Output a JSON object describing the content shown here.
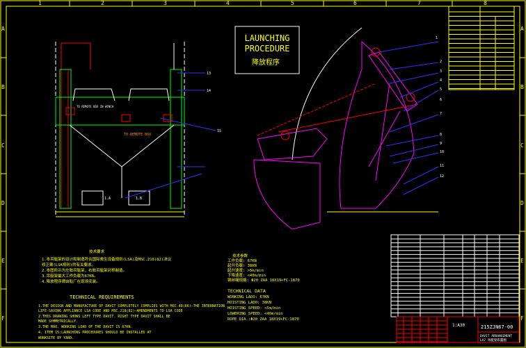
{
  "frame": {
    "columns": [
      "1",
      "2",
      "3",
      "4",
      "5",
      "6",
      "7",
      "8"
    ],
    "rows": [
      "A",
      "B",
      "C",
      "D",
      "E",
      "F"
    ]
  },
  "title_box": {
    "line1": "LAUNCHING",
    "line2": "PROCEDURE",
    "cn": "降放程序"
  },
  "balloons": [
    "1",
    "2",
    "3",
    "4",
    "5",
    "6",
    "7",
    "8",
    "9",
    "10",
    "11",
    "12",
    "13",
    "14",
    "15"
  ],
  "views": {
    "left_note": "TO REMOTE BOX IN WINCH",
    "mid_note": "TO REMOTE BOX",
    "load_left": "1.A",
    "load_mid": "1.B"
  },
  "cn_requirements": {
    "heading": "技术要求",
    "items": [
      "1.本吊艇架的设计和制造符合国际救生设备规则(LSA)及MSC.218(82)决议",
      "  修正案(LSA规则)的有关要求。",
      "2.本图所示为左舷吊艇架，右舷吊艇架对称制造。",
      "3.吊艇架最大工作负载为67KN。",
      "4.降放程序牌由船厂在现场安装。"
    ]
  },
  "technical_requirements": {
    "heading": "TECHNICAL REQUIREMENTS",
    "items": [
      "1.THE DESIGN AND MANUFACTURE OF DAVIT COMPLETELY COMPLIES WITH MSC.48(66)—THE INTERNATION",
      "  LIFE-SAVING APPLIANCE LSA CODE AND MSC.218(82)—AMENDMENTS TO LSA CODE",
      "2.THIS DRAWING SHOWS LEFT TYPE DAVIT. RIGHT TYPE DAVIT SHALL BE",
      "  MADE SYMMETRICALLY.",
      "3.THE MAX. WORKING LOAD OF THE DAVIT IS 67KN.",
      "4. ITEM 15:LAUNCHING PROCEDURES SHOULD BE INSTALLED AT",
      "  WORKSITE BY YARD."
    ]
  },
  "cn_data": {
    "heading": "技术参数",
    "items": [
      "工作负载: 67KN",
      "起升负载: 38KN",
      "起升速度: >5m/min",
      "下降速度: <40m/min",
      "钢丝绳规格: Φ20 ZAA 18X19+FC-1870"
    ]
  },
  "technical_data": {
    "heading": "TECHNICAL DATA",
    "items": [
      "WORKING LADO: 67KN",
      "HOISTING LADO: 38KN",
      "HOISTING SPEED: >5m/min",
      "LOWERING SPEED: <40m/min",
      "ROPE DIA.:Φ20 ZAA 18X19+FC-1870"
    ]
  },
  "title_block": {
    "scale": "1:A30",
    "drawing_no": "215ZJN67-00",
    "name_line1": "DAVIT ARRANGEMENT",
    "name_line2": "LA7 吊艇架布置图"
  },
  "colors": {
    "frame": "#ffff00",
    "davit": "#ff00ff",
    "leader": "#3030ff",
    "table": "#ffffff",
    "title_block": "#ff0000"
  }
}
